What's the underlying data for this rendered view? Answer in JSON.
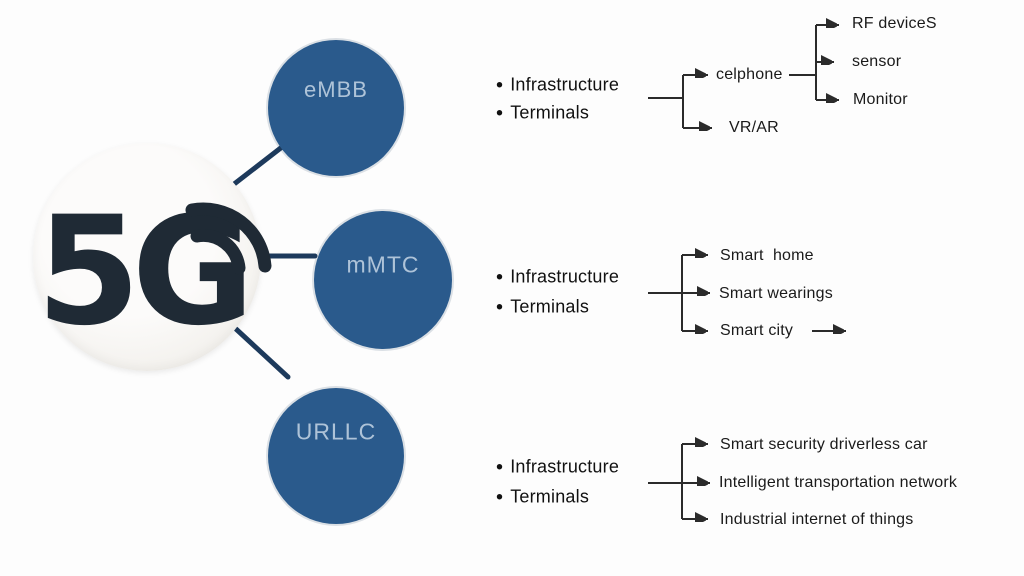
{
  "ui": {
    "bullet": "•"
  },
  "hub": {
    "label": "5G"
  },
  "categories": [
    {
      "id": "embb",
      "label": "eMBB"
    },
    {
      "id": "mmtc",
      "label": "mMTC"
    },
    {
      "id": "urllc",
      "label": "URLLC"
    }
  ],
  "groups": [
    {
      "category": "eMBB",
      "bullets": [
        "Infrastructure",
        "Terminals"
      ],
      "level1": [
        "celphone",
        "VR/AR"
      ],
      "level2": [
        "RF deviceS",
        "sensor",
        "Monitor"
      ]
    },
    {
      "category": "mMTC",
      "bullets": [
        "Infrastructure",
        "Terminals"
      ],
      "leaves": [
        "Smart  home",
        "Smart wearings",
        "Smart city"
      ]
    },
    {
      "category": "URLLC",
      "bullets": [
        "Infrastructure",
        "Terminals"
      ],
      "leaves": [
        "Smart security driverless car",
        "Intelligent transportation network",
        "Industrial internet of things"
      ]
    }
  ],
  "colors": {
    "category_circle": "#2a5a8c",
    "category_label": "#aec3d8",
    "hub_text": "#1f2a35",
    "hub_connector": "#1d3a5c",
    "tree_line": "#2b2b2b",
    "label_text": "#1a1a1a"
  }
}
